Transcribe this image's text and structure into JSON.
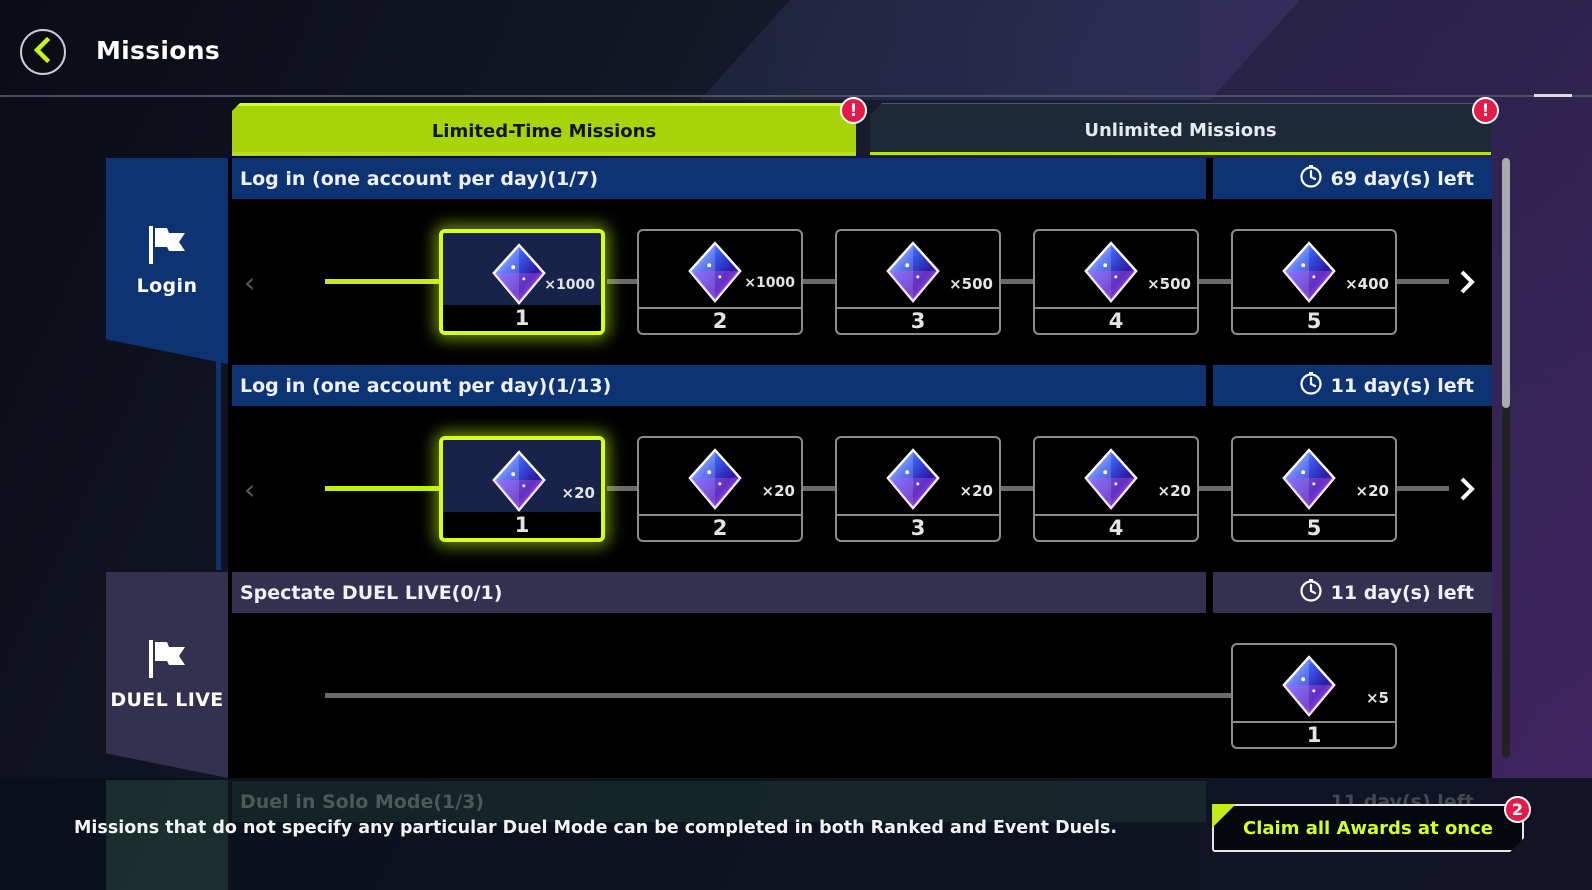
{
  "header": {
    "title": "Missions"
  },
  "tabs": [
    {
      "label": "Limited-Time Missions",
      "active": true,
      "alert": "!"
    },
    {
      "label": "Unlimited Missions",
      "active": false,
      "alert": "!"
    }
  ],
  "categories": [
    {
      "label": "Login",
      "icon": "flag-icon"
    },
    {
      "label": "DUEL LIVE",
      "icon": "flag-icon"
    }
  ],
  "missions": [
    {
      "title": "Log in (one account per day)(1/7)",
      "time_left": "69 day(s) left",
      "rewards": [
        {
          "num": "1",
          "qty": "×1000",
          "active": true
        },
        {
          "num": "2",
          "qty": "×1000",
          "active": false
        },
        {
          "num": "3",
          "qty": "×500",
          "active": false
        },
        {
          "num": "4",
          "qty": "×500",
          "active": false
        },
        {
          "num": "5",
          "qty": "×400",
          "active": false
        }
      ]
    },
    {
      "title": "Log in (one account per day)(1/13)",
      "time_left": "11 day(s) left",
      "rewards": [
        {
          "num": "1",
          "qty": "×20",
          "active": true
        },
        {
          "num": "2",
          "qty": "×20",
          "active": false
        },
        {
          "num": "3",
          "qty": "×20",
          "active": false
        },
        {
          "num": "4",
          "qty": "×20",
          "active": false
        },
        {
          "num": "5",
          "qty": "×20",
          "active": false
        }
      ]
    },
    {
      "title": "Spectate DUEL LIVE(0/1)",
      "time_left": "11 day(s) left",
      "rewards": [
        {
          "num": "1",
          "qty": "×5",
          "active": false
        }
      ]
    },
    {
      "title": "Duel in Solo Mode(1/3)",
      "time_left": "11 day(s) left"
    }
  ],
  "footer": {
    "note": "Missions that do not specify any particular Duel Mode can be completed in both Ranked and Event Duels.",
    "claim_label": "Claim all Awards at once",
    "claim_badge": "2"
  },
  "colors": {
    "accent": "#c3ec18",
    "login_blue": "#0e3372",
    "duel_purple": "#34304f",
    "alert_red": "#e41b48"
  }
}
